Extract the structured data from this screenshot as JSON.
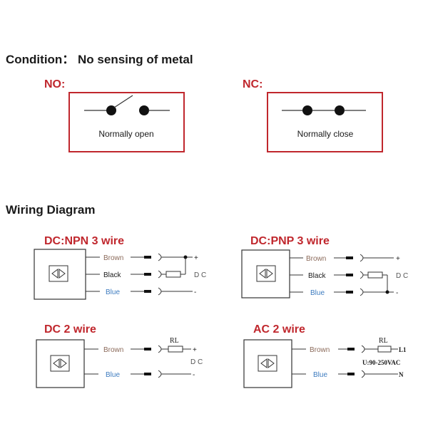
{
  "colors": {
    "red": "#c0272d",
    "brown": "#8b6a5a",
    "blue": "#3d7bbf",
    "ink": "#1a1a1a",
    "line": "#333333",
    "gray": "#555555"
  },
  "condition": {
    "heading": "Condition： No sensing of metal",
    "no": {
      "label": "NO:",
      "caption": "Normally open"
    },
    "nc": {
      "label": "NC:",
      "caption": "Normally close"
    }
  },
  "wiring": {
    "heading": "Wiring Diagram",
    "npn": {
      "title": "DC:NPN 3 wire",
      "brown": "Brown",
      "black": "Black",
      "blue": "Blue",
      "plus": "+",
      "minus": "-",
      "dc": "D C"
    },
    "pnp": {
      "title": "DC:PNP 3 wire",
      "brown": "Brown",
      "black": "Black",
      "blue": "Blue",
      "plus": "+",
      "minus": "-",
      "dc": "D C"
    },
    "dc2": {
      "title": "DC 2 wire",
      "brown": "Brown",
      "blue": "Blue",
      "rl": "RL",
      "plus": "+",
      "minus": "-",
      "dc": "D C"
    },
    "ac2": {
      "title": "AC 2 wire",
      "brown": "Brown",
      "blue": "Blue",
      "rl": "RL",
      "l1": "L1",
      "n": "N",
      "voltage": "U:90-250VAC"
    }
  },
  "icons": [
    "sensor-face-icon",
    "switch-contact-icon",
    "connector-icon",
    "resistor-icon",
    "junction-dot-icon"
  ]
}
